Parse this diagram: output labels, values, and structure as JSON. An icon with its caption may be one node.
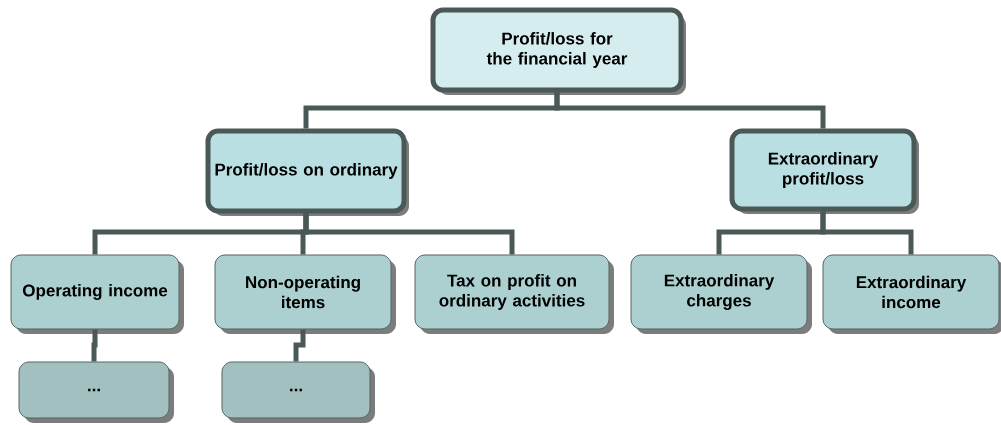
{
  "diagram": {
    "nodes": [
      {
        "text": [
          "Profit/loss for the financial year"
        ]
      },
      {
        "text": [
          "Profit/loss on ordinary"
        ]
      },
      {
        "text": [
          "Extraordinary profit/loss"
        ]
      },
      {
        "text": [
          "Operating income"
        ]
      },
      {
        "text": [
          "Non-operating items"
        ]
      },
      {
        "text": [
          "Tax on profit on ordinary activities"
        ]
      },
      {
        "text": [
          "Extraordinary charges"
        ]
      },
      {
        "text": [
          "Extraordinary income"
        ]
      },
      {
        "text": [
          "..."
        ]
      },
      {
        "text": [
          "..."
        ]
      }
    ],
    "edges": [
      {
        "from": 0,
        "to": 1,
        "arrow": "none"
      },
      {
        "from": 0,
        "to": 2,
        "arrow": "none"
      },
      {
        "from": 1,
        "to": 3,
        "arrow": "none"
      },
      {
        "from": 1,
        "to": 4,
        "arrow": "none"
      },
      {
        "from": 1,
        "to": 5,
        "arrow": "none"
      },
      {
        "from": 2,
        "to": 6,
        "arrow": "none"
      },
      {
        "from": 2,
        "to": 7,
        "arrow": "none"
      },
      {
        "from": 3,
        "to": 8,
        "arrow": "none"
      },
      {
        "from": 4,
        "to": 9,
        "arrow": "none"
      }
    ]
  }
}
